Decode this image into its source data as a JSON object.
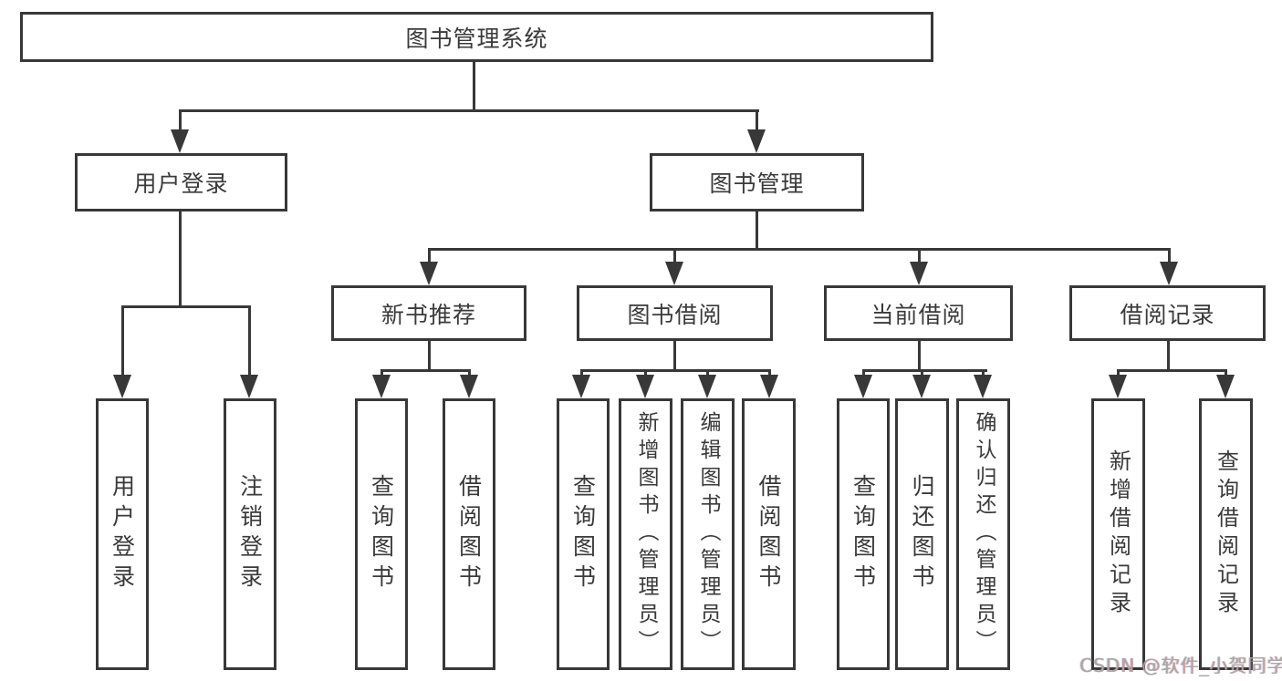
{
  "nodes": {
    "root": "图书管理系统",
    "l1": [
      "用户登录",
      "图书管理"
    ],
    "l2": [
      "新书推荐",
      "图书借阅",
      "当前借阅",
      "借阅记录"
    ],
    "user_children": [
      "用户登录",
      "注销登录"
    ],
    "newbook_children": [
      "查询图书",
      "借阅图书"
    ],
    "borrow_children": [
      "查询图书",
      "新增图书（管理员）",
      "编辑图书（管理员）",
      "借阅图书"
    ],
    "current_children": [
      "查询图书",
      "归还图书",
      "确认归还（管理员）"
    ],
    "records_children": [
      "新增借阅记录",
      "查询借阅记录"
    ]
  },
  "watermark": {
    "text": "CSDN @软件_小贺同学"
  },
  "colors": {
    "line": "#383838",
    "text": "#3a3a3a",
    "background": "#ffffff",
    "watermark": "#a8a8a8"
  }
}
